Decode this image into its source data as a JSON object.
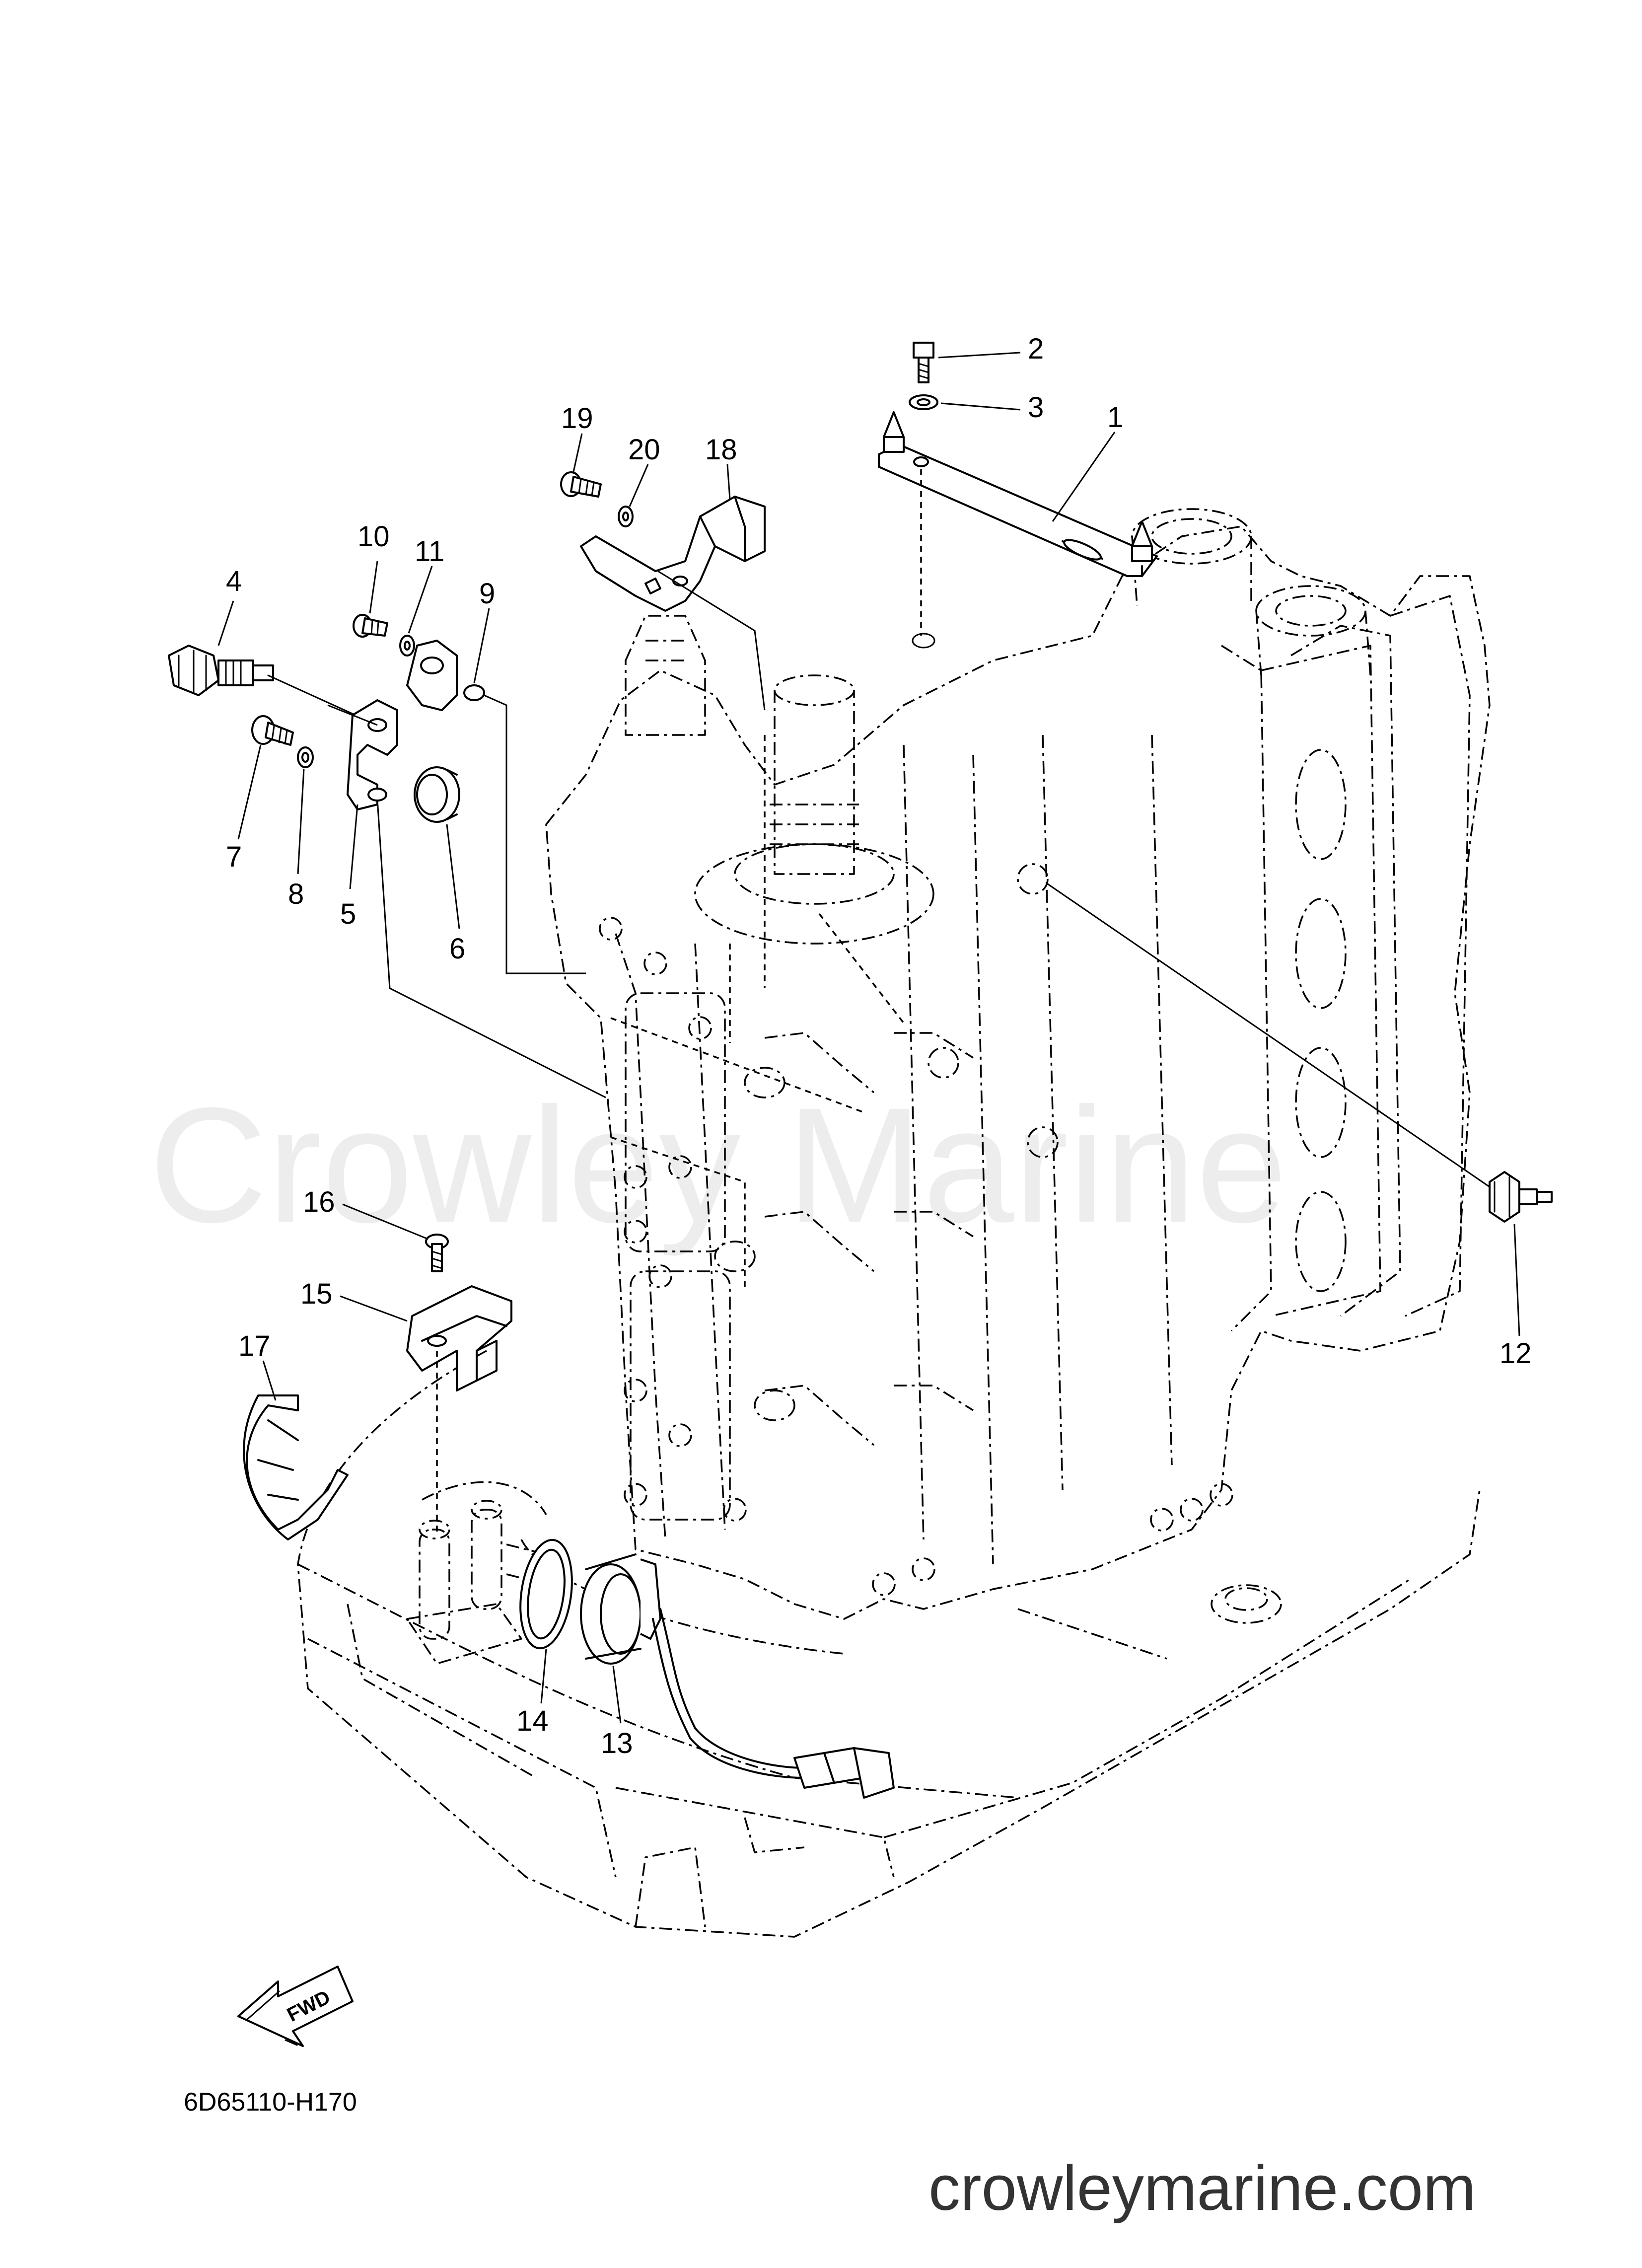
{
  "diagram": {
    "watermark": "Crowley Marine",
    "drawing_code": "6D65110-H170",
    "website": "crowleymarine.com",
    "fwd_label": "FWD",
    "part_labels": [
      "1",
      "2",
      "3",
      "4",
      "5",
      "6",
      "7",
      "8",
      "9",
      "10",
      "11",
      "12",
      "13",
      "14",
      "15",
      "16",
      "17",
      "18",
      "19",
      "20"
    ]
  }
}
